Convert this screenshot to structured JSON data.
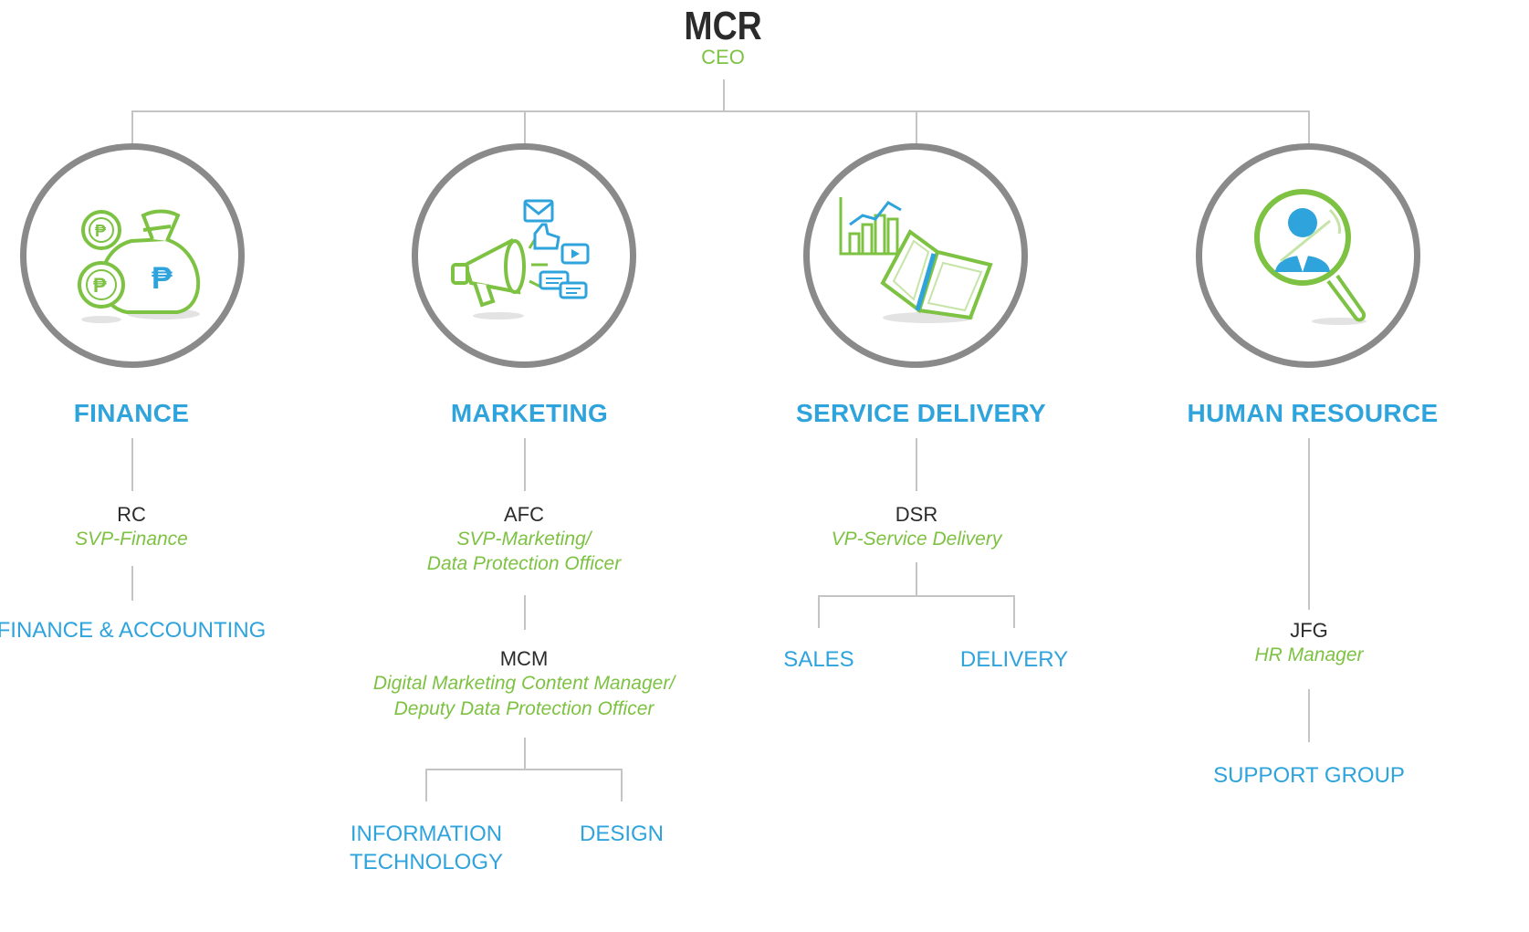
{
  "ceo": {
    "name": "MCR",
    "title": "CEO"
  },
  "departments": [
    {
      "name": "FINANCE",
      "icon": "money-bag-icon",
      "head": {
        "name": "RC",
        "title": "SVP-Finance"
      },
      "units": [
        "FINANCE & ACCOUNTING"
      ]
    },
    {
      "name": "MARKETING",
      "icon": "megaphone-icon",
      "head": {
        "name": "AFC",
        "title_line1": "SVP-Marketing/",
        "title_line2": "Data Protection Officer"
      },
      "deputy": {
        "name": "MCM",
        "title_line1": "Digital Marketing Content Manager/",
        "title_line2": "Deputy Data Protection Officer"
      },
      "units": [
        {
          "line1": "INFORMATION",
          "line2": "TECHNOLOGY"
        },
        {
          "line1": "DESIGN"
        }
      ]
    },
    {
      "name": "SERVICE DELIVERY",
      "icon": "chart-book-icon",
      "head": {
        "name": "DSR",
        "title": "VP-Service Delivery"
      },
      "units": [
        "SALES",
        "DELIVERY"
      ]
    },
    {
      "name": "HUMAN RESOURCE",
      "icon": "magnifier-person-icon",
      "head": {
        "name": "JFG",
        "title": "HR Manager"
      },
      "units": [
        "SUPPORT GROUP"
      ]
    }
  ],
  "colors": {
    "green": "#7dc242",
    "blue": "#2ea3dc",
    "gray": "#8a8a8a",
    "dark": "#2b2b2b"
  }
}
